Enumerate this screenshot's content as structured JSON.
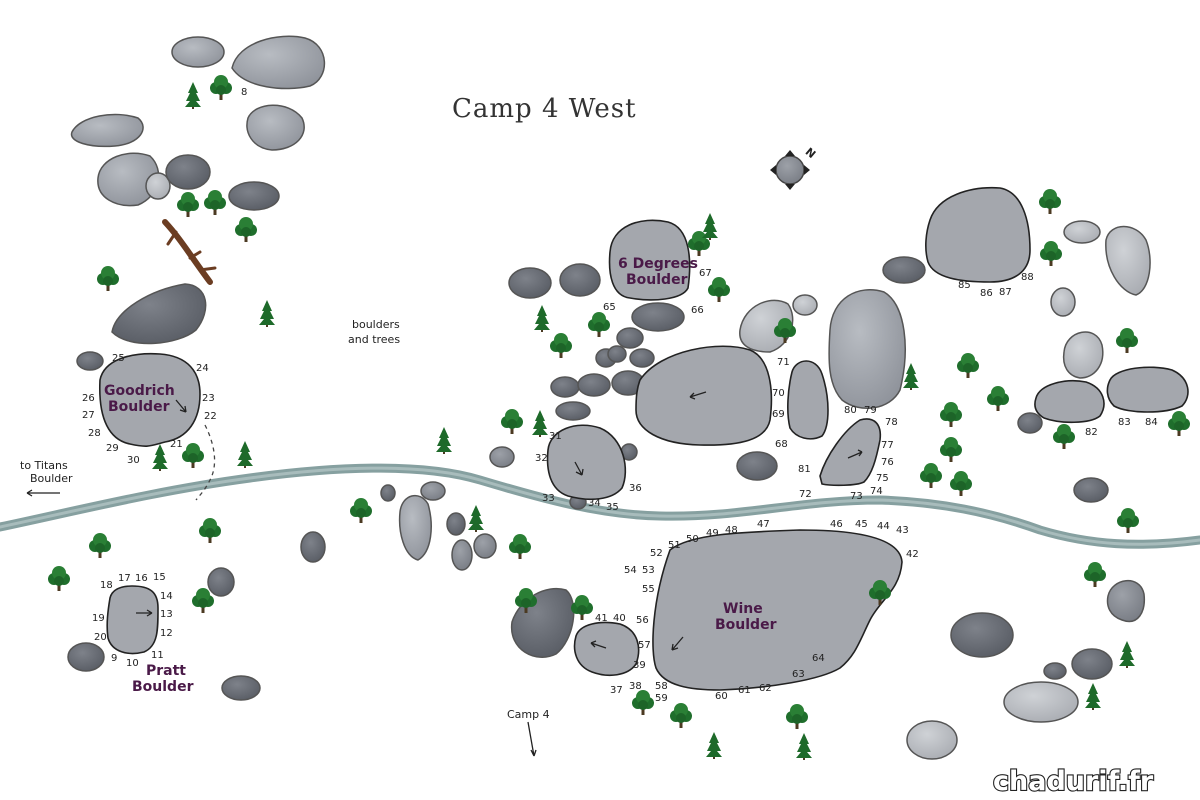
{
  "map": {
    "title": "Camp 4 West",
    "compass_label": "N",
    "watermark": "chadurif.fr",
    "colors": {
      "water": "#86a0a0",
      "rock_light": "#a8acb3",
      "rock_dark": "#6c7079",
      "tree": "#1e6a2a"
    },
    "features": [
      {
        "id": "boulders-trees",
        "text_lines": [
          "boulders",
          "and trees"
        ]
      },
      {
        "id": "to-titans",
        "text_lines": [
          "to Titans",
          "Boulder"
        ]
      },
      {
        "id": "camp4",
        "text_lines": [
          "Camp 4"
        ]
      }
    ],
    "boulders": [
      {
        "id": "goodrich",
        "name_lines": [
          "Goodrich",
          "Boulder"
        ],
        "problems": [
          "21",
          "22",
          "23",
          "24",
          "25",
          "26",
          "27",
          "28",
          "29",
          "30"
        ]
      },
      {
        "id": "six-degrees",
        "name_lines": [
          "6 Degrees",
          "Boulder"
        ],
        "problems": [
          "65",
          "66",
          "67"
        ]
      },
      {
        "id": "pratt",
        "name_lines": [
          "Pratt",
          "Boulder"
        ],
        "problems": [
          "9",
          "10",
          "11",
          "12",
          "13",
          "14",
          "15",
          "16",
          "17",
          "18",
          "19",
          "20"
        ]
      },
      {
        "id": "wine",
        "name_lines": [
          "Wine",
          "Boulder"
        ],
        "problems": [
          "42",
          "43",
          "44",
          "45",
          "46",
          "47",
          "48",
          "49",
          "50",
          "51",
          "52",
          "53",
          "54",
          "55",
          "56",
          "57",
          "58",
          "59",
          "60",
          "61",
          "62",
          "63",
          "64"
        ]
      },
      {
        "id": "b31",
        "name_lines": [],
        "problems": [
          "31",
          "32",
          "33",
          "34",
          "35",
          "36"
        ]
      },
      {
        "id": "b37",
        "name_lines": [],
        "problems": [
          "37",
          "38",
          "39",
          "40",
          "41"
        ]
      },
      {
        "id": "b68",
        "name_lines": [],
        "problems": [
          "68",
          "69",
          "70"
        ]
      },
      {
        "id": "b71",
        "name_lines": [],
        "problems": [
          "71"
        ]
      },
      {
        "id": "b72",
        "name_lines": [],
        "problems": [
          "72",
          "73",
          "74",
          "75",
          "76",
          "77",
          "78",
          "79",
          "80",
          "81"
        ]
      },
      {
        "id": "b82",
        "name_lines": [],
        "problems": [
          "82"
        ]
      },
      {
        "id": "b83",
        "name_lines": [],
        "problems": [
          "83",
          "84"
        ]
      },
      {
        "id": "b85",
        "name_lines": [],
        "problems": [
          "85",
          "86",
          "87",
          "88"
        ]
      },
      {
        "id": "b8",
        "name_lines": [],
        "problems": [
          "8"
        ]
      }
    ]
  }
}
